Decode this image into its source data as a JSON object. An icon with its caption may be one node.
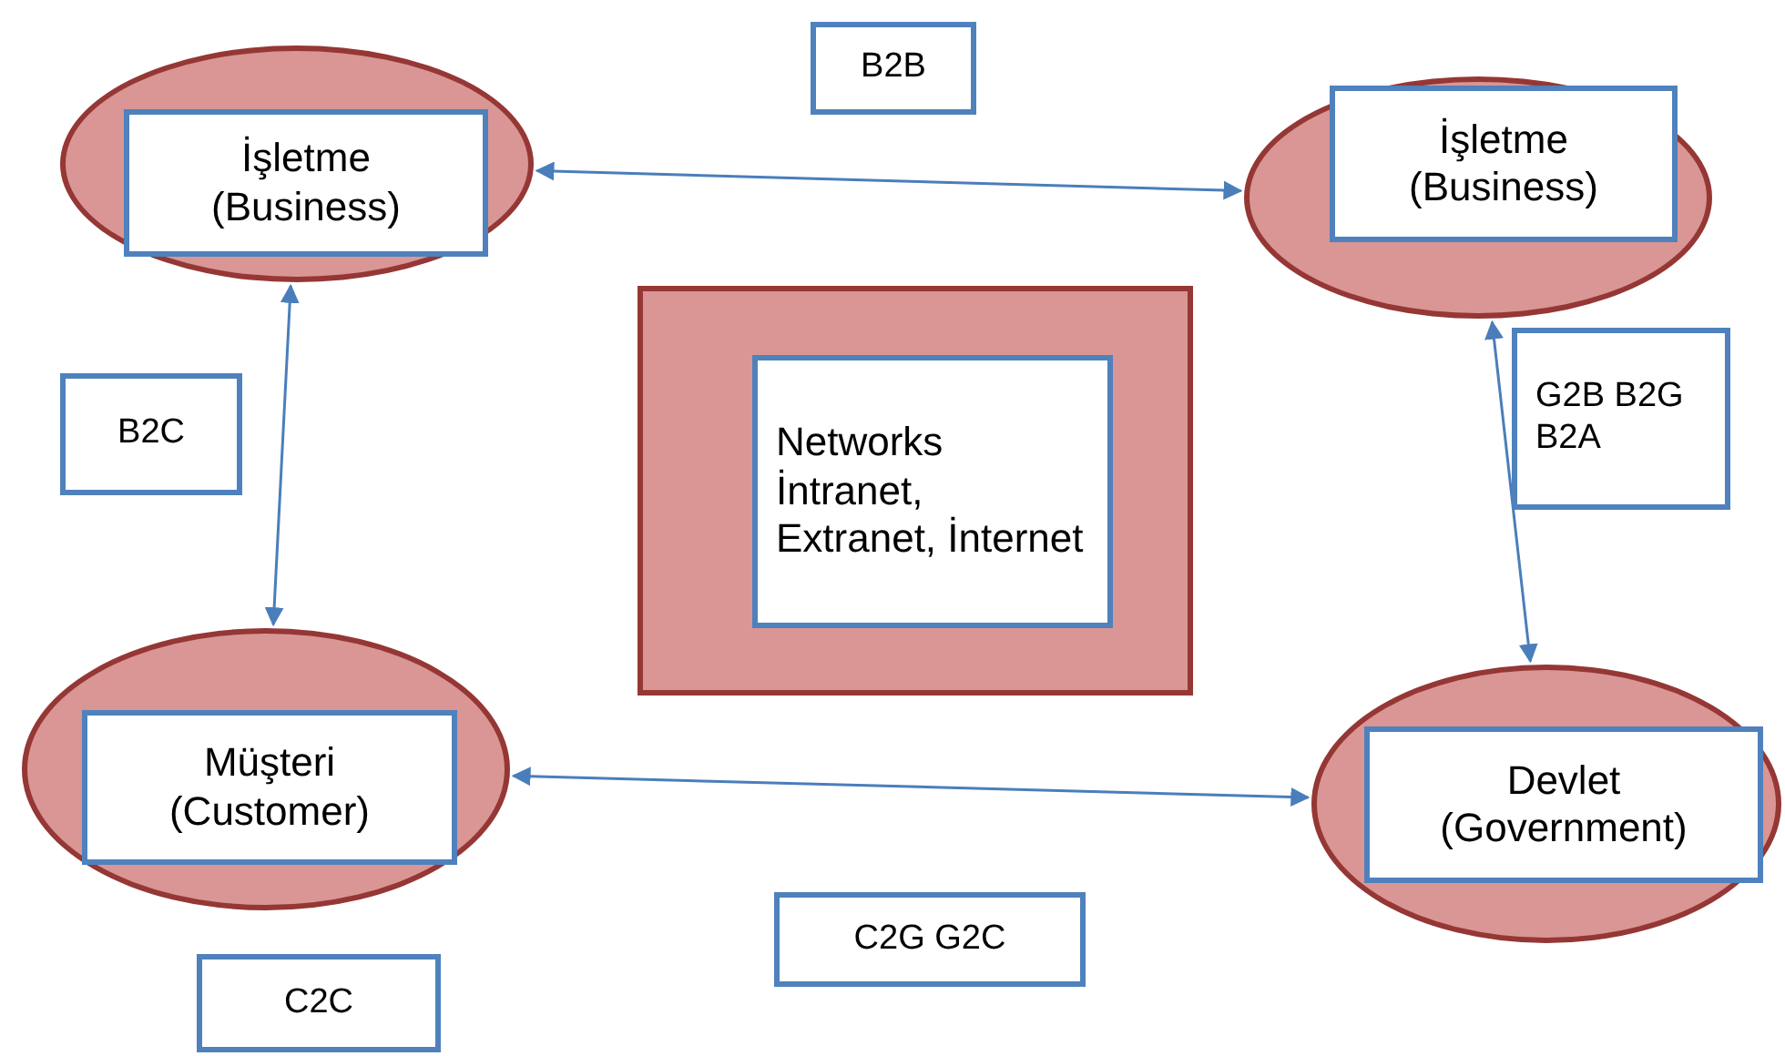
{
  "diagram": {
    "nodes": [
      {
        "text": [],
        "shape": "ellipse"
      },
      {
        "text": [
          "İşletme (Business)"
        ],
        "in": 0
      },
      {
        "text": [],
        "shape": "ellipse"
      },
      {
        "text": [
          "İşletme (Business)"
        ],
        "in": 2
      },
      {
        "text": [],
        "shape": "box"
      },
      {
        "text": [
          "Networks İntranet, Extranet, İnternet"
        ],
        "in": 4
      },
      {
        "text": [],
        "shape": "ellipse"
      },
      {
        "text": [
          "Müşteri (Customer)"
        ],
        "in": 6
      },
      {
        "text": [],
        "shape": "ellipse"
      },
      {
        "text": [
          "Devlet (Government)"
        ],
        "in": 8
      },
      {
        "text": [
          "B2B"
        ]
      },
      {
        "text": [
          "B2C"
        ]
      },
      {
        "text": [
          "G2B B2G B2A"
        ]
      },
      {
        "text": [
          "C2G G2C"
        ]
      },
      {
        "text": [
          "C2C"
        ]
      }
    ],
    "edges": [
      {
        "from": 0,
        "to": 2,
        "arrow": "both"
      },
      {
        "from": 0,
        "to": 6,
        "arrow": "both"
      },
      {
        "from": 2,
        "to": 8,
        "arrow": "both"
      },
      {
        "from": 6,
        "to": 8,
        "arrow": "both"
      }
    ]
  }
}
